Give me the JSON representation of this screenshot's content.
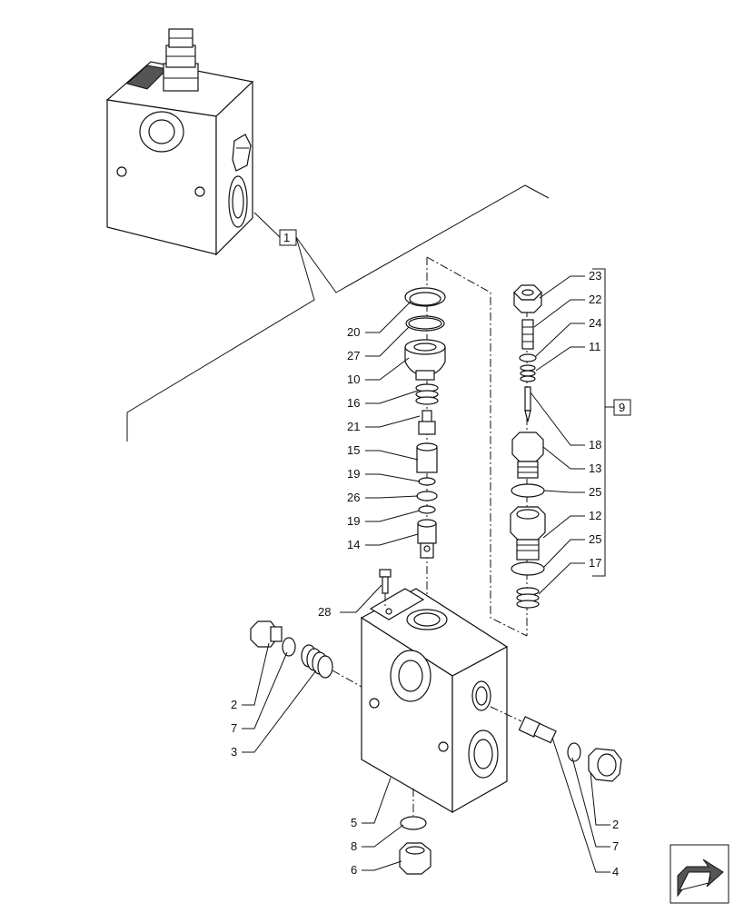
{
  "diagram": {
    "callouts": {
      "c1": "1",
      "c9": "9",
      "c20": "20",
      "c27": "27",
      "c10": "10",
      "c16": "16",
      "c21": "21",
      "c15": "15",
      "c19a": "19",
      "c26": "26",
      "c19b": "19",
      "c14": "14",
      "c28": "28",
      "c23": "23",
      "c22": "22",
      "c24": "24",
      "c11": "11",
      "c18": "18",
      "c13": "13",
      "c25a": "25",
      "c12": "12",
      "c25b": "25",
      "c17": "17",
      "c2a": "2",
      "c7a": "7",
      "c3": "3",
      "c5": "5",
      "c8": "8",
      "c6": "6",
      "c4": "4",
      "c7b": "7",
      "c2b": "2"
    },
    "nav_icon": "next-page-arrow-icon"
  }
}
